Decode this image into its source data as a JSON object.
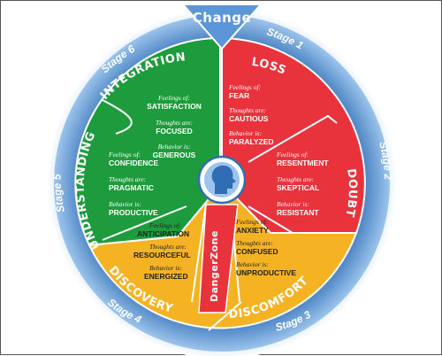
{
  "change_label": "Change",
  "stages": [
    "Stage 1",
    "Stage 2",
    "Stage 3",
    "Stage 4",
    "Stage 5",
    "Stage 6"
  ],
  "sections": {
    "loss": "LOSS",
    "doubt": "DOUBT",
    "discomfort": "DISCOMFORT",
    "discovery": "DISCOVERY",
    "understanding": "UNDERSTANDING",
    "integration": "INTEGRATION"
  },
  "danger_zone": "DangerZone",
  "prefix": {
    "feelings": "Feelings of:",
    "thoughts": "Thoughts are:",
    "behavior": "Behavior is:"
  },
  "loss": {
    "feelings": "FEAR",
    "thoughts": "CAUTIOUS",
    "behavior": "PARALYZED"
  },
  "doubt": {
    "feelings": "RESENTMENT",
    "thoughts": "SKEPTICAL",
    "behavior": "RESISTANT"
  },
  "discomfort": {
    "feelings": "ANXIETY",
    "thoughts": "CONFUSED",
    "behavior": "UNPRODUCTIVE"
  },
  "discovery": {
    "feelings": "ANTICIPATION",
    "thoughts": "RESOURCEFUL",
    "behavior": "ENERGIZED"
  },
  "understanding": {
    "feelings": "CONFIDENCE",
    "thoughts": "PRAGMATIC",
    "behavior": "PRODUCTIVE"
  },
  "integration": {
    "feelings": "SATISFACTION",
    "thoughts": "FOCUSED",
    "behavior": "GENEROUS"
  },
  "colors": {
    "red": "#e8323c",
    "green": "#1e9b3c",
    "yellow": "#f5b323",
    "blue_ring": "#2f6db5"
  }
}
